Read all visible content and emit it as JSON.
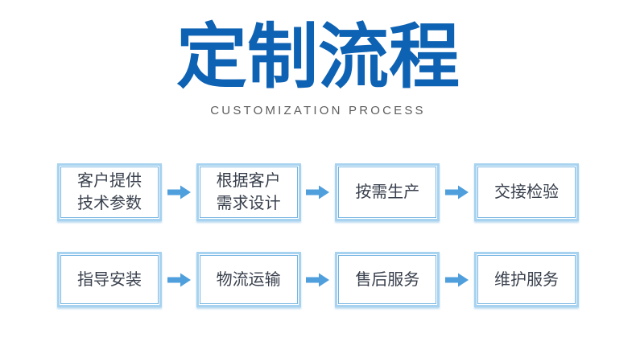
{
  "header": {
    "title": "定制流程",
    "subtitle": "CUSTOMIZATION PROCESS"
  },
  "flow": {
    "rows": [
      {
        "steps": [
          {
            "lines": [
              "客户提供",
              "技术参数"
            ]
          },
          {
            "lines": [
              "根据客户",
              "需求设计"
            ]
          },
          {
            "lines": [
              "按需生产"
            ]
          },
          {
            "lines": [
              "交接检验"
            ]
          }
        ]
      },
      {
        "steps": [
          {
            "lines": [
              "指导安装"
            ]
          },
          {
            "lines": [
              "物流运输"
            ]
          },
          {
            "lines": [
              "售后服务"
            ]
          },
          {
            "lines": [
              "维护服务"
            ]
          }
        ]
      }
    ]
  },
  "icons": {
    "flow_arrow": "right-arrow"
  },
  "colors": {
    "title_blue": "#0e62b3",
    "subtitle_gray": "#5e5e5e",
    "box_text": "#39404d",
    "arrow_blue": "#4f9fdd",
    "box_border_pale": "#a7d3f0",
    "box_border_crisp": "#74b3e1"
  }
}
